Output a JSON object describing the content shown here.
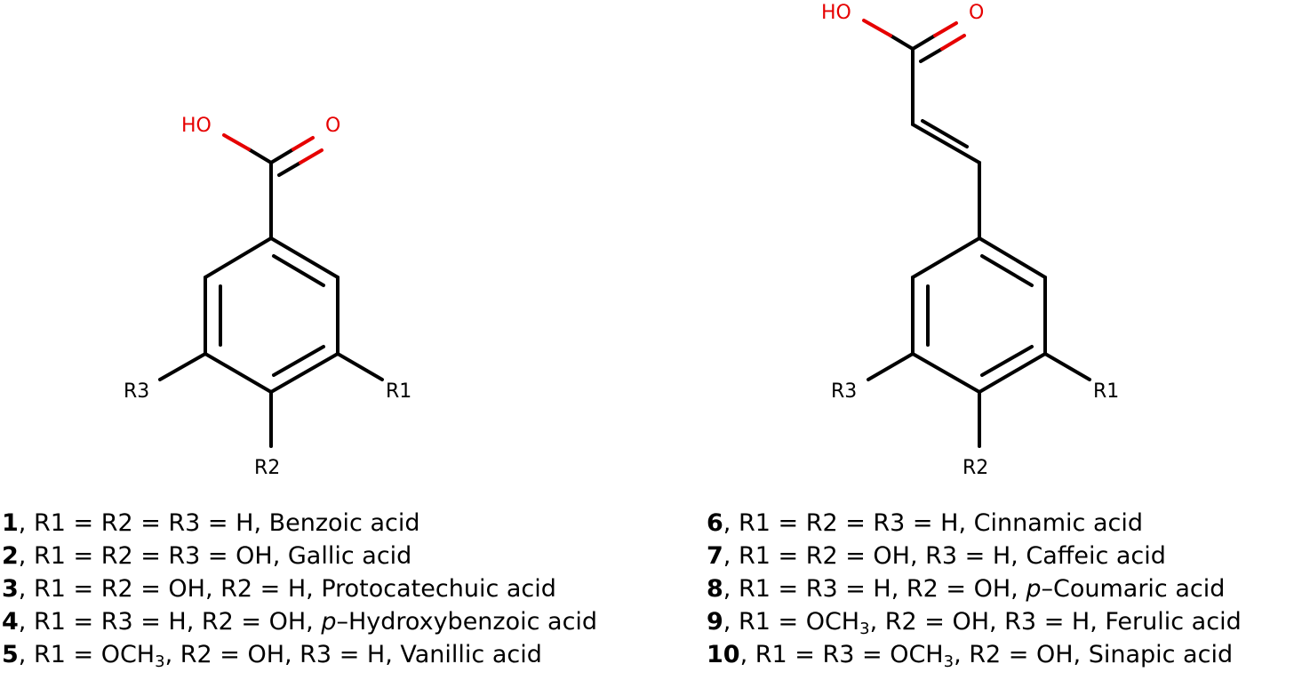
{
  "structures": [
    {
      "hydroxyl_label": "HO",
      "carbonyl_label": "O",
      "r1_label": "R1",
      "r2_label": "R2",
      "r3_label": "R3"
    },
    {
      "hydroxyl_label": "HO",
      "carbonyl_label": "O",
      "r1_label": "R1",
      "r2_label": "R2",
      "r3_label": "R3"
    }
  ],
  "compounds_left": [
    {
      "num": "1",
      "before": ", R1 = R2 = R3 = H, ",
      "name": "Benzoic acid"
    },
    {
      "num": "2",
      "before": ", R1 = R2 = R3 = OH, ",
      "name": "Gallic acid"
    },
    {
      "num": "3",
      "before": ", R1 = R2 = OH, R2 = H, ",
      "name": "Protocatechuic acid"
    },
    {
      "num": "4",
      "before": ", R1 = R3 = H, R2 = OH, ",
      "prefix": "p",
      "name": "–Hydroxybenzoic acid"
    },
    {
      "num": "5",
      "before": ", R1 = OCH",
      "sub": "3",
      "after": ", R2 = OH, R3 = H, ",
      "name": "Vanillic acid"
    }
  ],
  "compounds_right": [
    {
      "num": "6",
      "before": ", R1 = R2 = R3 = H, ",
      "name": "Cinnamic acid"
    },
    {
      "num": "7",
      "before": ", R1 = R2 = OH, R3 = H, ",
      "name": "Caffeic acid"
    },
    {
      "num": "8",
      "before": ", R1 = R3 = H, R2 = OH, ",
      "prefix": "p",
      "name": "–Coumaric acid"
    },
    {
      "num": "9",
      "before": ", R1 = OCH",
      "sub": "3",
      "after": ", R2 = OH, R3 = H, ",
      "name": "Ferulic acid"
    },
    {
      "num": "10",
      "before": ", R1 = R3 = OCH",
      "sub": "3",
      "after": ", R2 = OH, ",
      "name": "Sinapic acid"
    }
  ]
}
